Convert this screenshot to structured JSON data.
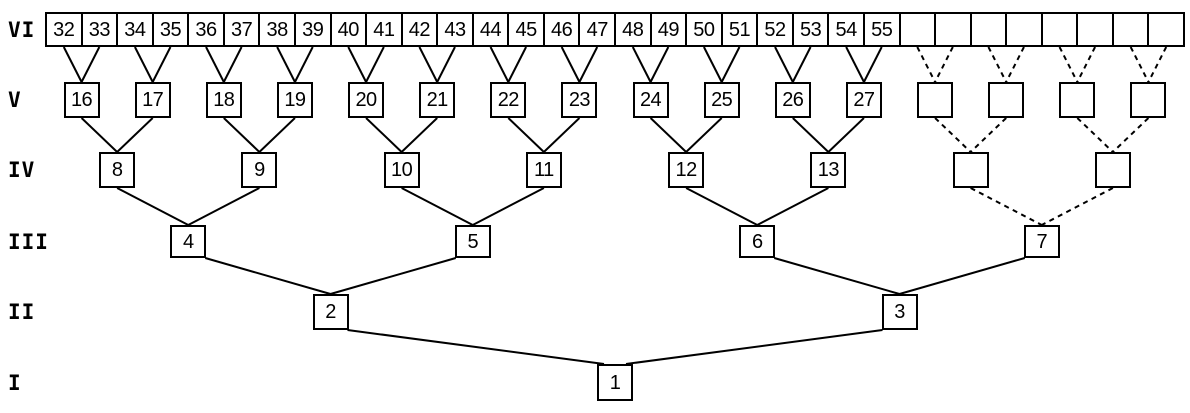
{
  "diagram": {
    "kind": "binary-tree-levels",
    "row_labels": [
      {
        "id": "vi",
        "text": "VI"
      },
      {
        "id": "v",
        "text": "V"
      },
      {
        "id": "iv",
        "text": "IV"
      },
      {
        "id": "iii",
        "text": "III"
      },
      {
        "id": "ii",
        "text": "II"
      },
      {
        "id": "i",
        "text": "I"
      }
    ],
    "levels": [
      {
        "name": "VI",
        "nodes": [
          "32",
          "33",
          "34",
          "35",
          "36",
          "37",
          "38",
          "39",
          "40",
          "41",
          "42",
          "43",
          "44",
          "45",
          "46",
          "47",
          "48",
          "49",
          "50",
          "51",
          "52",
          "53",
          "54",
          "55",
          "",
          "",
          "",
          "",
          "",
          "",
          "",
          ""
        ]
      },
      {
        "name": "V",
        "nodes": [
          "16",
          "17",
          "18",
          "19",
          "20",
          "21",
          "22",
          "23",
          "24",
          "25",
          "26",
          "27",
          "",
          "",
          "",
          ""
        ]
      },
      {
        "name": "IV",
        "nodes": [
          "8",
          "9",
          "10",
          "11",
          "12",
          "13",
          "",
          ""
        ]
      },
      {
        "name": "III",
        "nodes": [
          "4",
          "5",
          "6",
          "7"
        ]
      },
      {
        "name": "II",
        "nodes": [
          "2",
          "3"
        ]
      },
      {
        "name": "I",
        "nodes": [
          "1"
        ]
      }
    ],
    "dashed_when_node_empty": true,
    "colors": {
      "line": "#000000",
      "box_border": "#000000",
      "box_fill": "#ffffff",
      "background": "#ffffff",
      "text": "#000000"
    }
  }
}
